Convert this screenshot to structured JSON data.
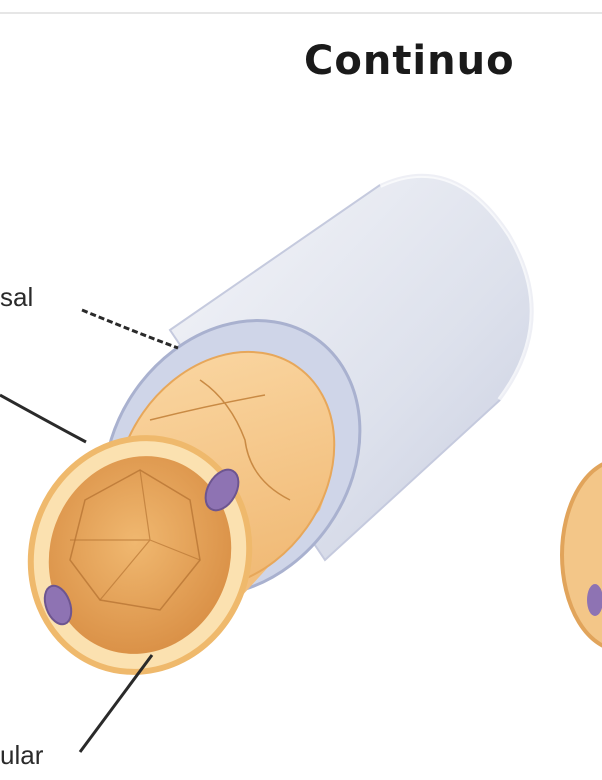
{
  "diagram": {
    "title": "Continuo",
    "labels": {
      "top": "sal",
      "bottom": "ular"
    }
  },
  "colors": {
    "outer_tube": "#e3e6ee",
    "endothelium": "#f6c88a",
    "lumen": "#e8a75c",
    "nucleus": "#8e73b3",
    "basal_lamina": "#c9cfe4",
    "leader_line": "#2a2a2a"
  }
}
